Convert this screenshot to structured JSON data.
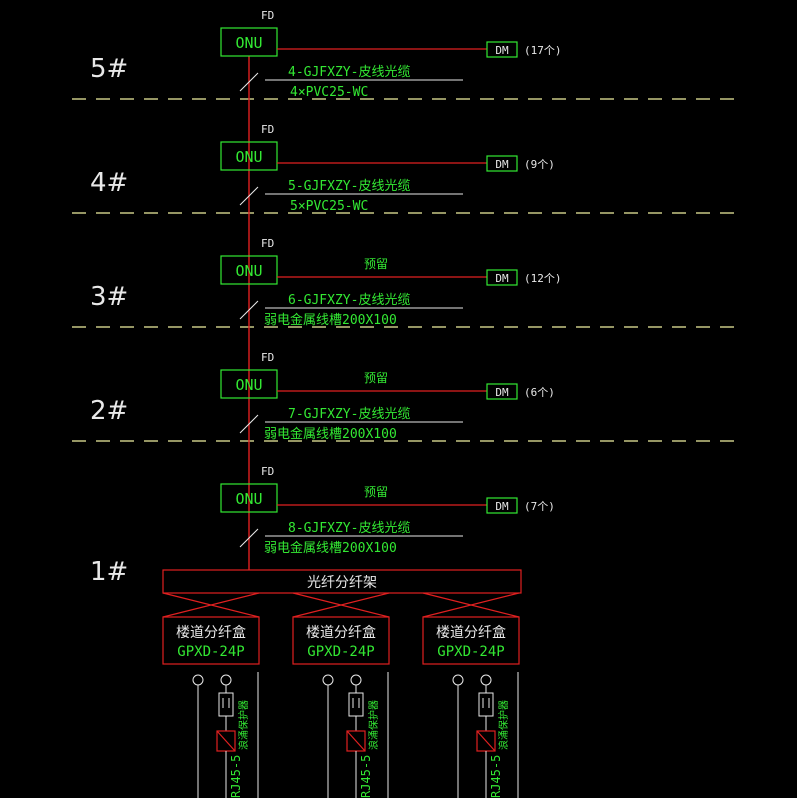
{
  "colors": {
    "background": "#000000",
    "green": "#33e833",
    "white": "#e8e8e8",
    "red": "#e02020",
    "yellow": "#f0f0a0"
  },
  "floors": [
    {
      "label": "5#",
      "fd": "FD",
      "onu": "ONU",
      "reserve": "",
      "cable": "4-GJFXZY-皮线光缆",
      "conduit": "4×PVC25-WC",
      "dm": "DM",
      "count": "(17个)"
    },
    {
      "label": "4#",
      "fd": "FD",
      "onu": "ONU",
      "reserve": "",
      "cable": "5-GJFXZY-皮线光缆",
      "conduit": "5×PVC25-WC",
      "dm": "DM",
      "count": "(9个)"
    },
    {
      "label": "3#",
      "fd": "FD",
      "onu": "ONU",
      "reserve": "预留",
      "cable": "6-GJFXZY-皮线光缆",
      "conduit": "弱电金属线槽200X100",
      "dm": "DM",
      "count": "(12个)"
    },
    {
      "label": "2#",
      "fd": "FD",
      "onu": "ONU",
      "reserve": "预留",
      "cable": "7-GJFXZY-皮线光缆",
      "conduit": "弱电金属线槽200X100",
      "dm": "DM",
      "count": "(6个)"
    },
    {
      "label": "1#",
      "fd": "FD",
      "onu": "ONU",
      "reserve": "预留",
      "cable": "8-GJFXZY-皮线光缆",
      "conduit": "弱电金属线槽200X100",
      "dm": "DM",
      "count": "(7个)"
    }
  ],
  "frame": {
    "label": "光纤分纤架"
  },
  "boxes": [
    {
      "name": "楼道分纤盒",
      "model": "GPXD-24P",
      "protector": "浪涌保护器",
      "cable": "RJ45-5"
    },
    {
      "name": "楼道分纤盒",
      "model": "GPXD-24P",
      "protector": "浪涌保护器",
      "cable": "RJ45-5"
    },
    {
      "name": "楼道分纤盒",
      "model": "GPXD-24P",
      "protector": "浪涌保护器",
      "cable": "RJ45-5"
    }
  ]
}
